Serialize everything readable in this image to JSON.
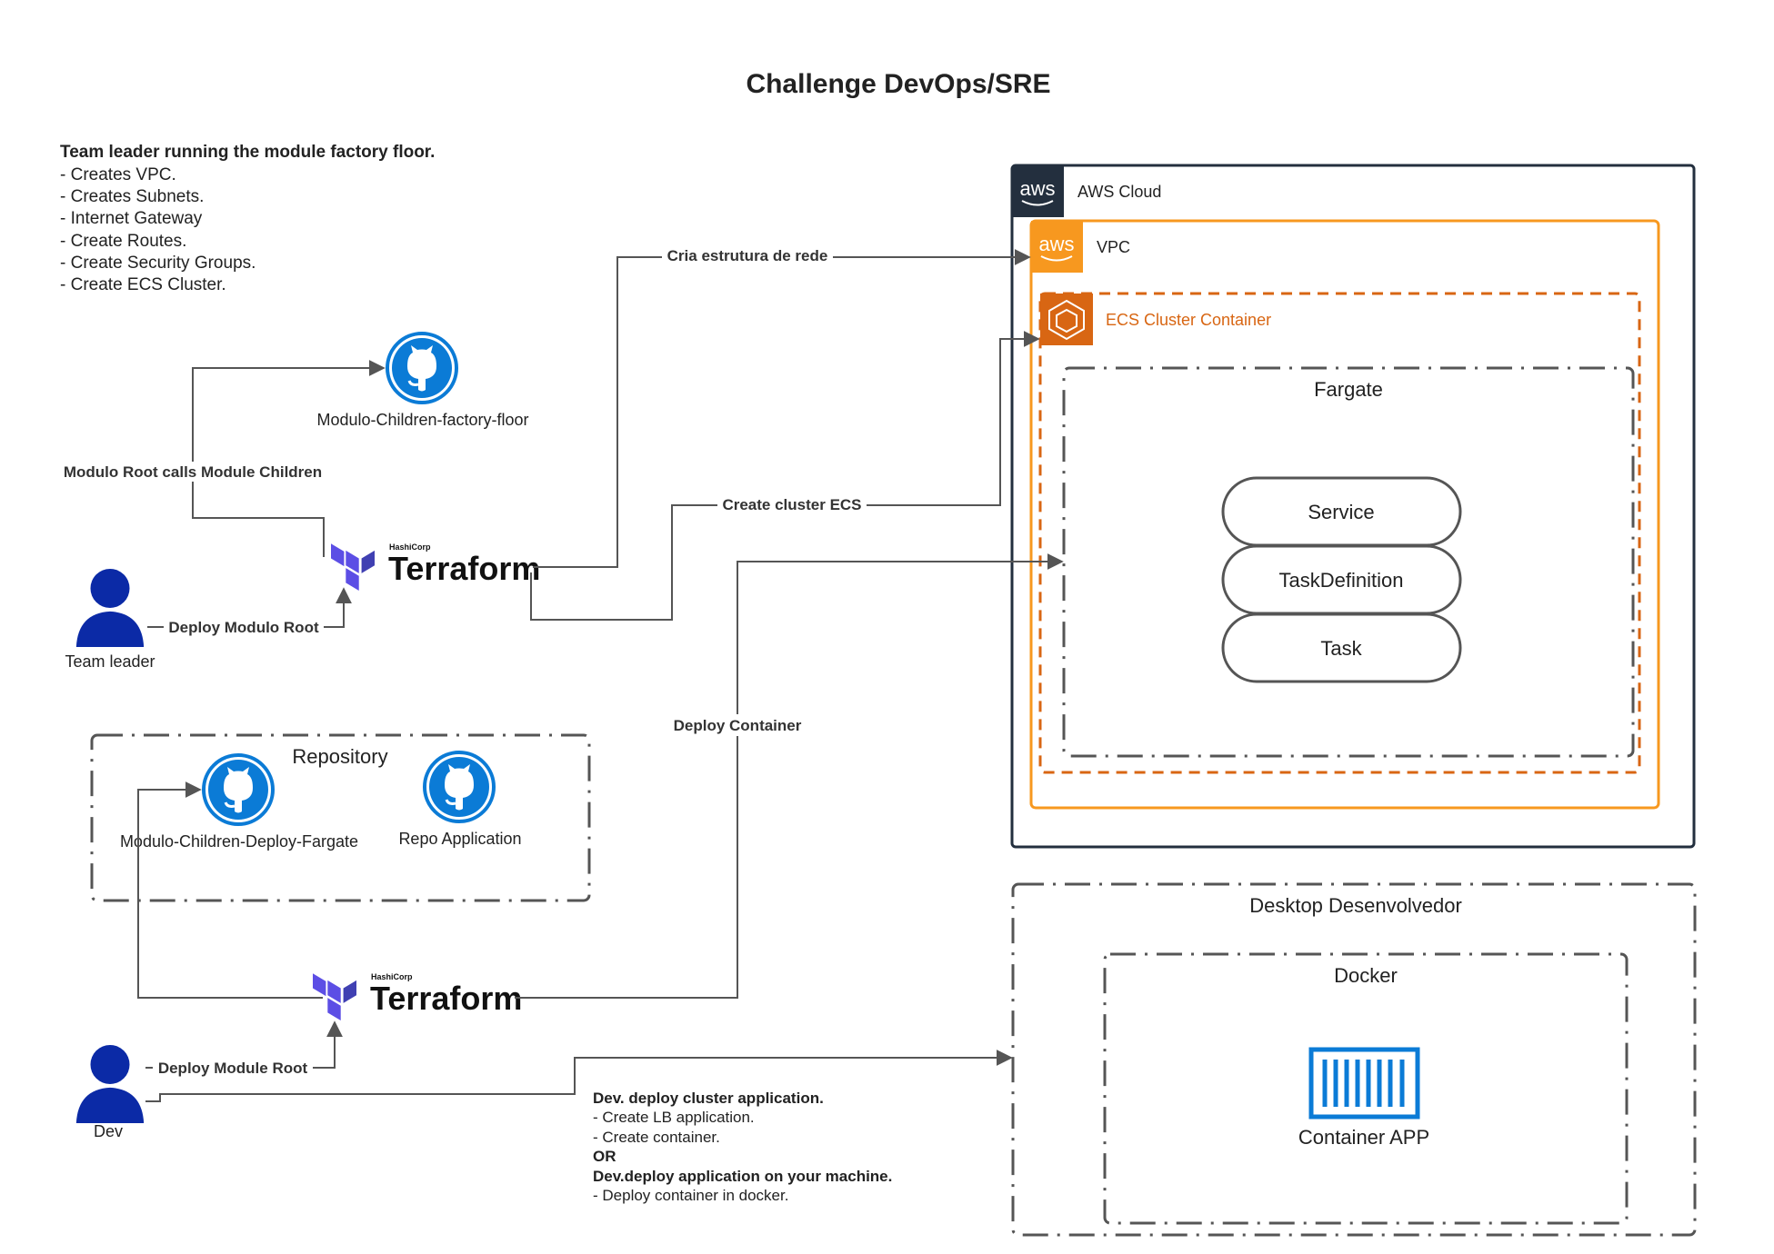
{
  "title": "Challenge DevOps/SRE",
  "team_leader_note": {
    "heading": "Team leader running the module factory floor.",
    "items": [
      "- Creates VPC.",
      "- Creates Subnets.",
      "- Internet Gateway",
      "- Create Routes.",
      "- Create Security Groups.",
      "- Create ECS Cluster."
    ]
  },
  "actors": {
    "team_leader": "Team leader",
    "dev": "Dev"
  },
  "terraform": {
    "brand": "HashiCorp",
    "name": "Terraform"
  },
  "repos": {
    "factory_floor": "Modulo-Children-factory-floor",
    "deploy_fargate": "Modulo-Children-Deploy-Fargate",
    "repo_application": "Repo Application"
  },
  "groups": {
    "repository": "Repository",
    "aws_cloud": "AWS Cloud",
    "vpc": "VPC",
    "ecs_cluster": "ECS Cluster Container",
    "fargate": "Fargate",
    "desktop": "Desktop Desenvolvedor",
    "docker": "Docker"
  },
  "ecs_items": [
    "Service",
    "TaskDefinition",
    "Task"
  ],
  "container_app": "Container APP",
  "aws_badge": "aws",
  "edges": {
    "modulo_root_calls": "Modulo Root calls Module Children",
    "deploy_modulo_root": "Deploy Modulo Root",
    "cria_estrutura": "Cria estrutura de rede",
    "create_cluster": "Create cluster ECS",
    "deploy_container": "Deploy Container",
    "deploy_module_root": "Deploy Module Root"
  },
  "dev_note": {
    "heading1": "Dev. deploy cluster application.",
    "items1": [
      "- Create LB application.",
      "- Create container."
    ],
    "or": "OR",
    "heading2": "Dev.deploy application on your machine.",
    "items2": [
      "- Deploy container in docker."
    ]
  },
  "colors": {
    "aws_dark": "#232f3e",
    "aws_orange": "#f7981f",
    "ecs_orange": "#d86613",
    "github_blue": "#0b7bd6",
    "actor_blue": "#0b2aa6",
    "terraform_purple": "#5c4ee5",
    "container_blue": "#0b7bd6"
  }
}
